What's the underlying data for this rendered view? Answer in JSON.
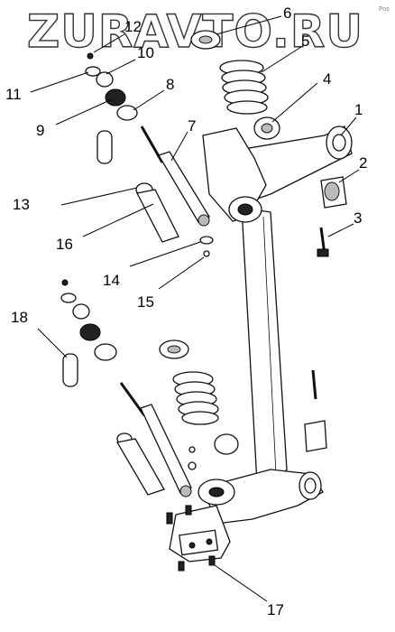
{
  "watermark": "ZURAVTO.RU",
  "corner_mark": "Pos",
  "callouts": [
    {
      "num": "1"
    },
    {
      "num": "2"
    },
    {
      "num": "3"
    },
    {
      "num": "4"
    },
    {
      "num": "5"
    },
    {
      "num": "6"
    },
    {
      "num": "7"
    },
    {
      "num": "8"
    },
    {
      "num": "9"
    },
    {
      "num": "10"
    },
    {
      "num": "11"
    },
    {
      "num": "12"
    },
    {
      "num": "13"
    },
    {
      "num": "14"
    },
    {
      "num": "15"
    },
    {
      "num": "16"
    },
    {
      "num": "17"
    },
    {
      "num": "18"
    }
  ]
}
